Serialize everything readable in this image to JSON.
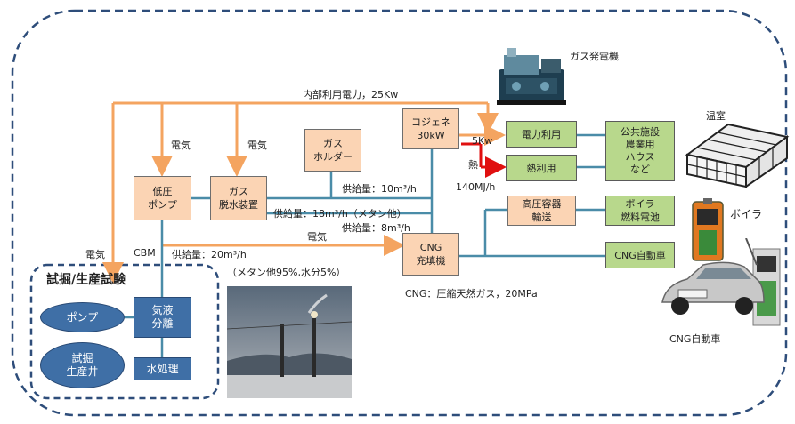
{
  "colors": {
    "orange_line": "#f4a460",
    "blue_line": "#4a8ca8",
    "red_arrow": "#e01010",
    "dashed_border": "#2e4d7a"
  },
  "images": [
    "gas-generator-image",
    "greenhouse-image",
    "boiler-image",
    "cng-car-image",
    "flare-photo"
  ],
  "labels": {
    "gas_generator": "ガス発電機",
    "greenhouse": "温室",
    "boiler": "ボイラ",
    "cng_car": "CNG自動車",
    "internal_power": "内部利用電力，25Kw",
    "denki_1": "電気",
    "denki_2": "電気",
    "denki_3": "電気",
    "denki_4": "電気",
    "kw5": "5Kw",
    "heat": "熱",
    "mj140": "140MJ/h",
    "supply_10": "供給量：10m³/h",
    "supply_18": "供給量：18m³/h（メタン他）",
    "supply_8": "供給量：8m³/h",
    "cbm": "CBM",
    "supply_20": "供給量：20m³/h",
    "composition": "（メタン他95%,水分5%）",
    "cng_note": "CNG：圧縮天然ガス，20MPa",
    "trial_title": "試掘/生産試験"
  },
  "boxes": {
    "low_pressure_pump": [
      "低圧",
      "ポンプ"
    ],
    "gas_dehydration": [
      "ガス",
      "脱水装置"
    ],
    "gas_holder": [
      "ガス",
      "ホルダー"
    ],
    "cogeneration": [
      "コジェネ",
      "30kW"
    ],
    "cng_station": [
      "CNG",
      "充填機"
    ],
    "power_use": [
      "電力利用"
    ],
    "heat_use": [
      "熱利用"
    ],
    "high_pressure_transport": [
      "高圧容器",
      "輸送"
    ],
    "public_facility": [
      "公共施設",
      "農業用",
      "ハウス",
      "など"
    ],
    "boiler_fuel_cell": [
      "ボイラ",
      "燃料電池"
    ],
    "cng_vehicle": [
      "CNG自動車"
    ],
    "pump": [
      "ポンプ"
    ],
    "trial_well": [
      "試掘",
      "生産井"
    ],
    "gas_liquid_separation": [
      "気液",
      "分離"
    ],
    "water_treatment": [
      "水処理"
    ]
  }
}
